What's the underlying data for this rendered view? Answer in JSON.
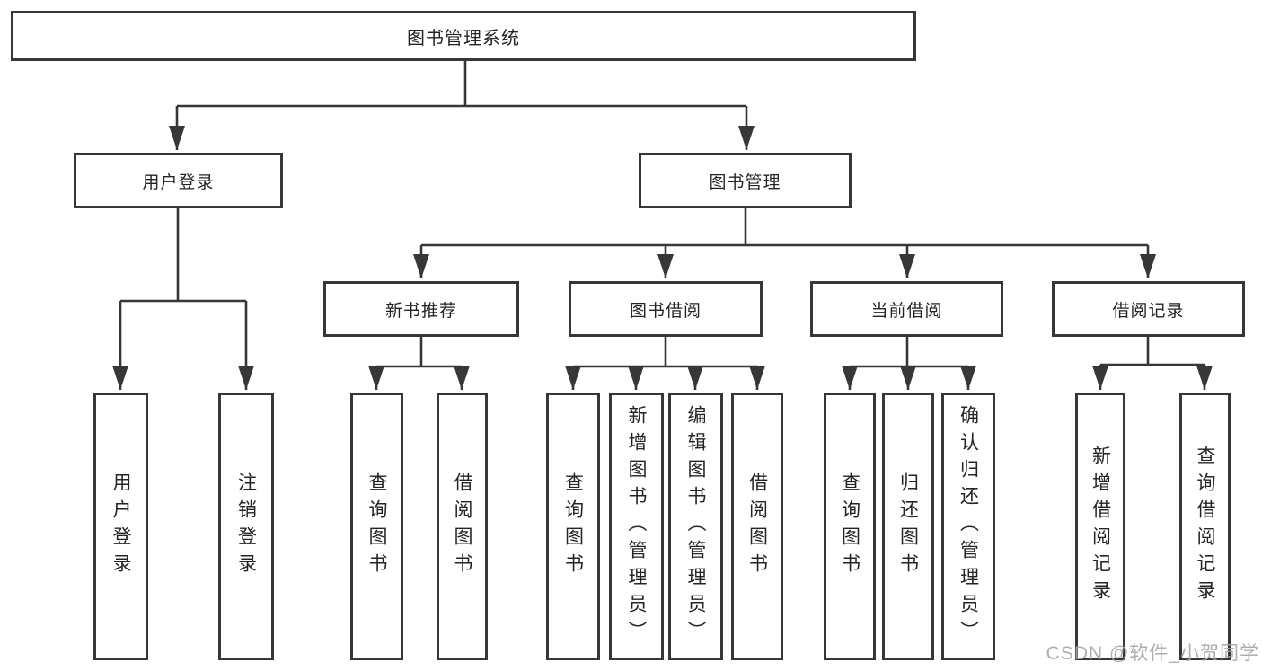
{
  "diagram_title": "图书管理系统",
  "tree": {
    "label": "图书管理系统",
    "children": [
      {
        "label": "用户登录",
        "children": [
          {
            "label": "用户登录"
          },
          {
            "label": "注销登录"
          }
        ]
      },
      {
        "label": "图书管理",
        "children": [
          {
            "label": "新书推荐",
            "children": [
              {
                "label": "查询图书"
              },
              {
                "label": "借阅图书"
              }
            ]
          },
          {
            "label": "图书借阅",
            "children": [
              {
                "label": "查询图书"
              },
              {
                "label": "新增图书（管理员）"
              },
              {
                "label": "编辑图书（管理员）"
              },
              {
                "label": "借阅图书"
              }
            ]
          },
          {
            "label": "当前借阅",
            "children": [
              {
                "label": "查询图书"
              },
              {
                "label": "归还图书"
              },
              {
                "label": "确认归还（管理员）"
              }
            ]
          },
          {
            "label": "借阅记录",
            "children": [
              {
                "label": "新增借阅记录"
              },
              {
                "label": "查询借阅记录"
              }
            ]
          }
        ]
      }
    ]
  },
  "watermark": {
    "text": "CSDN @软件_小贺同学"
  },
  "colors": {
    "background": "#ffffff",
    "line": "#373737",
    "box_border": "#373737",
    "text": "#242424",
    "watermark": "#a5a5a5"
  }
}
